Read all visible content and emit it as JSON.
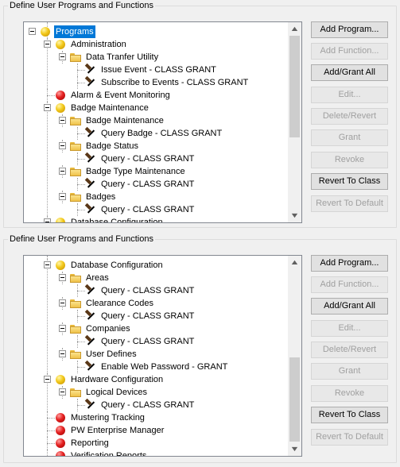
{
  "panels": [
    {
      "title": "Define User Programs and Functions",
      "rows": [
        {
          "text": "Programs",
          "icon": "ball-yellow",
          "level": 0,
          "expander": true,
          "selected": true
        },
        {
          "text": "Administration",
          "icon": "ball-yellow",
          "level": 1,
          "expander": true
        },
        {
          "text": "Data Tranfer Utility",
          "icon": "folder",
          "level": 2,
          "expander": true
        },
        {
          "text": "Issue Event  -  CLASS GRANT",
          "icon": "hammer",
          "level": 3
        },
        {
          "text": "Subscribe to Events  -  CLASS GRANT",
          "icon": "hammer",
          "level": 3
        },
        {
          "text": "Alarm & Event Monitoring",
          "icon": "ball-red",
          "level": 1
        },
        {
          "text": "Badge Maintenance",
          "icon": "ball-yellow",
          "level": 1,
          "expander": true
        },
        {
          "text": "Badge Maintenance",
          "icon": "folder",
          "level": 2,
          "expander": true
        },
        {
          "text": "Query Badge  -  CLASS GRANT",
          "icon": "hammer",
          "level": 3
        },
        {
          "text": "Badge Status",
          "icon": "folder",
          "level": 2,
          "expander": true
        },
        {
          "text": "Query  -  CLASS GRANT",
          "icon": "hammer",
          "level": 3
        },
        {
          "text": "Badge Type Maintenance",
          "icon": "folder",
          "level": 2,
          "expander": true
        },
        {
          "text": "Query  -  CLASS GRANT",
          "icon": "hammer",
          "level": 3
        },
        {
          "text": "Badges",
          "icon": "folder",
          "level": 2,
          "expander": true
        },
        {
          "text": "Query  -  CLASS GRANT",
          "icon": "hammer",
          "level": 3
        },
        {
          "text": "Database Configuration",
          "icon": "ball-yellow",
          "level": 1,
          "expander": true
        }
      ],
      "buttons": [
        {
          "label": "Add Program...",
          "enabled": true
        },
        {
          "label": "Add Function...",
          "enabled": false
        },
        {
          "label": "Add/Grant All",
          "enabled": true
        },
        {
          "label": "Edit...",
          "enabled": false
        },
        {
          "label": "Delete/Revert",
          "enabled": false
        },
        {
          "label": "Grant",
          "enabled": false
        },
        {
          "label": "Revoke",
          "enabled": false
        },
        {
          "label": "Revert To Class",
          "enabled": true
        },
        {
          "label": "Revert To Default",
          "enabled": false
        }
      ]
    },
    {
      "title": "Define User Programs and Functions",
      "rows": [
        {
          "text": "Database Configuration",
          "icon": "ball-yellow",
          "level": 1,
          "expander": true
        },
        {
          "text": "Areas",
          "icon": "folder",
          "level": 2,
          "expander": true
        },
        {
          "text": "Query  -  CLASS GRANT",
          "icon": "hammer",
          "level": 3
        },
        {
          "text": "Clearance Codes",
          "icon": "folder",
          "level": 2,
          "expander": true
        },
        {
          "text": "Query  -  CLASS GRANT",
          "icon": "hammer",
          "level": 3
        },
        {
          "text": "Companies",
          "icon": "folder",
          "level": 2,
          "expander": true
        },
        {
          "text": "Query  -  CLASS GRANT",
          "icon": "hammer",
          "level": 3
        },
        {
          "text": "User Defines",
          "icon": "folder",
          "level": 2,
          "expander": true
        },
        {
          "text": "Enable Web Password  -  GRANT",
          "icon": "hammer",
          "level": 3
        },
        {
          "text": "Hardware Configuration",
          "icon": "ball-yellow",
          "level": 1,
          "expander": true
        },
        {
          "text": "Logical Devices",
          "icon": "folder",
          "level": 2,
          "expander": true
        },
        {
          "text": "Query  -  CLASS GRANT",
          "icon": "hammer",
          "level": 3
        },
        {
          "text": "Mustering Tracking",
          "icon": "ball-red",
          "level": 1
        },
        {
          "text": "PW Enterprise Manager",
          "icon": "ball-red",
          "level": 1
        },
        {
          "text": "Reporting",
          "icon": "ball-red",
          "level": 1
        },
        {
          "text": "Verification Reports",
          "icon": "ball-red",
          "level": 1
        }
      ],
      "buttons": [
        {
          "label": "Add Program...",
          "enabled": true
        },
        {
          "label": "Add Function...",
          "enabled": false
        },
        {
          "label": "Add/Grant All",
          "enabled": true
        },
        {
          "label": "Edit...",
          "enabled": false
        },
        {
          "label": "Delete/Revert",
          "enabled": false
        },
        {
          "label": "Grant",
          "enabled": false
        },
        {
          "label": "Revoke",
          "enabled": false
        },
        {
          "label": "Revert To Class",
          "enabled": true
        },
        {
          "label": "Revert To Default",
          "enabled": false
        }
      ]
    }
  ]
}
